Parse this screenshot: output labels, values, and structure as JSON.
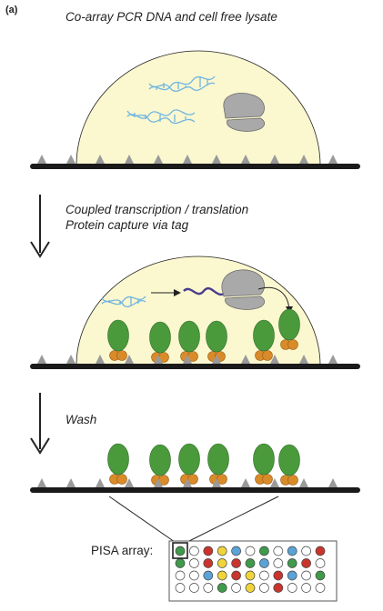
{
  "panel_label": "(a)",
  "steps": {
    "step1_title": "Co-array PCR DNA and cell free lysate",
    "step2_line1": "Coupled transcription / translation",
    "step2_line2": "Protein capture via tag",
    "step3_title": "Wash"
  },
  "array": {
    "label": "PISA array:",
    "colors": {
      "green": "#3f9a4a",
      "red": "#c9342c",
      "yellow": "#f0d53a",
      "blue": "#5aa3d6",
      "empty": "#ffffff"
    },
    "rows": [
      [
        "green",
        "empty",
        "red",
        "yellow",
        "blue",
        "empty",
        "green",
        "empty",
        "blue",
        "empty",
        "red"
      ],
      [
        "green",
        "empty",
        "red",
        "yellow",
        "red",
        "green",
        "blue",
        "empty",
        "green",
        "red",
        "empty"
      ],
      [
        "empty",
        "empty",
        "blue",
        "yellow",
        "red",
        "yellow",
        "empty",
        "red",
        "blue",
        "empty",
        "green"
      ],
      [
        "empty",
        "empty",
        "empty",
        "green",
        "empty",
        "yellow",
        "empty",
        "red",
        "empty",
        "empty",
        "empty"
      ]
    ]
  },
  "colors": {
    "dome": "#fbf7cf",
    "protein": "#4a9a3c",
    "tag": "#d98b2a",
    "spike": "#9a9a9a",
    "surface": "#1a1a1a",
    "dna": "#6fb6e0",
    "ribosome": "#a9a9a9",
    "mrna": "#4a3c8c"
  }
}
